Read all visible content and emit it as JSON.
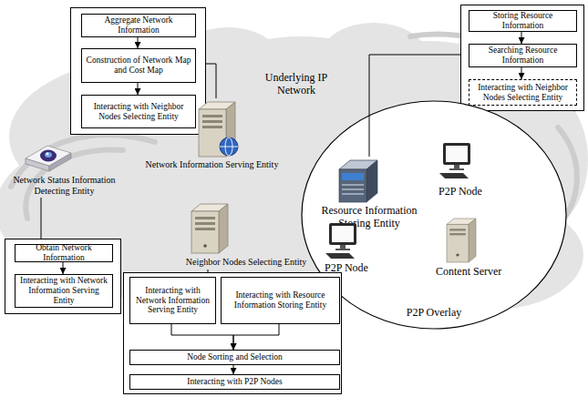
{
  "diagram": {
    "nodes": [
      {
        "text": []
      },
      {
        "text": [
          "Aggregate Network Information"
        ],
        "in": 0
      },
      {
        "text": [
          "Construction of Network Map and Cost Map"
        ],
        "in": 0
      },
      {
        "text": [
          "Interacting with Neighbor Nodes Selecting Entity"
        ],
        "in": 0
      },
      {
        "text": []
      },
      {
        "text": [
          "Storing Resource Information"
        ],
        "in": 4
      },
      {
        "text": [
          "Searching Resource Information"
        ],
        "in": 4
      },
      {
        "text": [
          "Interacting with Neighbor Nodes Selecting Entity"
        ],
        "in": 4
      },
      {
        "text": [
          "Network Information Serving Entity"
        ]
      },
      {
        "text": [
          "P2P Overlay"
        ]
      },
      {
        "text": [
          "P2P Node"
        ],
        "in": 9
      },
      {
        "text": [
          "Network Status Information Detecting Entity"
        ]
      },
      {
        "text": [
          "Resource Information Storing Entity"
        ],
        "in": 9
      },
      {
        "text": [
          "Neighbor Nodes Selecting Entity"
        ]
      },
      {
        "text": [
          "P2P Node"
        ],
        "in": 9
      },
      {
        "text": [
          "Content Server"
        ],
        "in": 9
      },
      {
        "text": []
      },
      {
        "text": [
          "Obtain Network Information"
        ],
        "in": 16
      },
      {
        "text": [
          "Interacting with Network Information Serving Entity"
        ],
        "in": 16
      },
      {
        "text": []
      },
      {
        "text": [
          "Interacting with Network Information Serving Entity"
        ],
        "in": 19
      },
      {
        "text": [
          "Interacting with Resource Information Storing Entity"
        ],
        "in": 19
      },
      {
        "text": [
          "Node Sorting and Selection"
        ],
        "in": 19
      },
      {
        "text": [
          "Interacting with P2P Nodes"
        ],
        "in": 19
      }
    ],
    "edges": [
      {
        "from": 1,
        "to": 2,
        "arrow": "to"
      },
      {
        "from": 2,
        "to": 3,
        "arrow": "to"
      },
      {
        "from": 5,
        "to": 6,
        "arrow": "to"
      },
      {
        "from": 6,
        "to": 7,
        "arrow": "to"
      },
      {
        "from": 17,
        "to": 18,
        "arrow": "to"
      },
      {
        "from": 20,
        "to": 22,
        "arrow": "to"
      },
      {
        "from": 21,
        "to": 22,
        "arrow": "to"
      },
      {
        "from": 22,
        "to": 23,
        "arrow": "to"
      },
      {
        "from": 0,
        "to": 8,
        "arrow": "none"
      },
      {
        "from": 4,
        "to": 12,
        "arrow": "none"
      },
      {
        "from": 11,
        "to": 16,
        "arrow": "none"
      },
      {
        "from": 13,
        "to": 19,
        "arrow": "none"
      }
    ],
    "labels": [
      "Underlying IP Network"
    ]
  }
}
